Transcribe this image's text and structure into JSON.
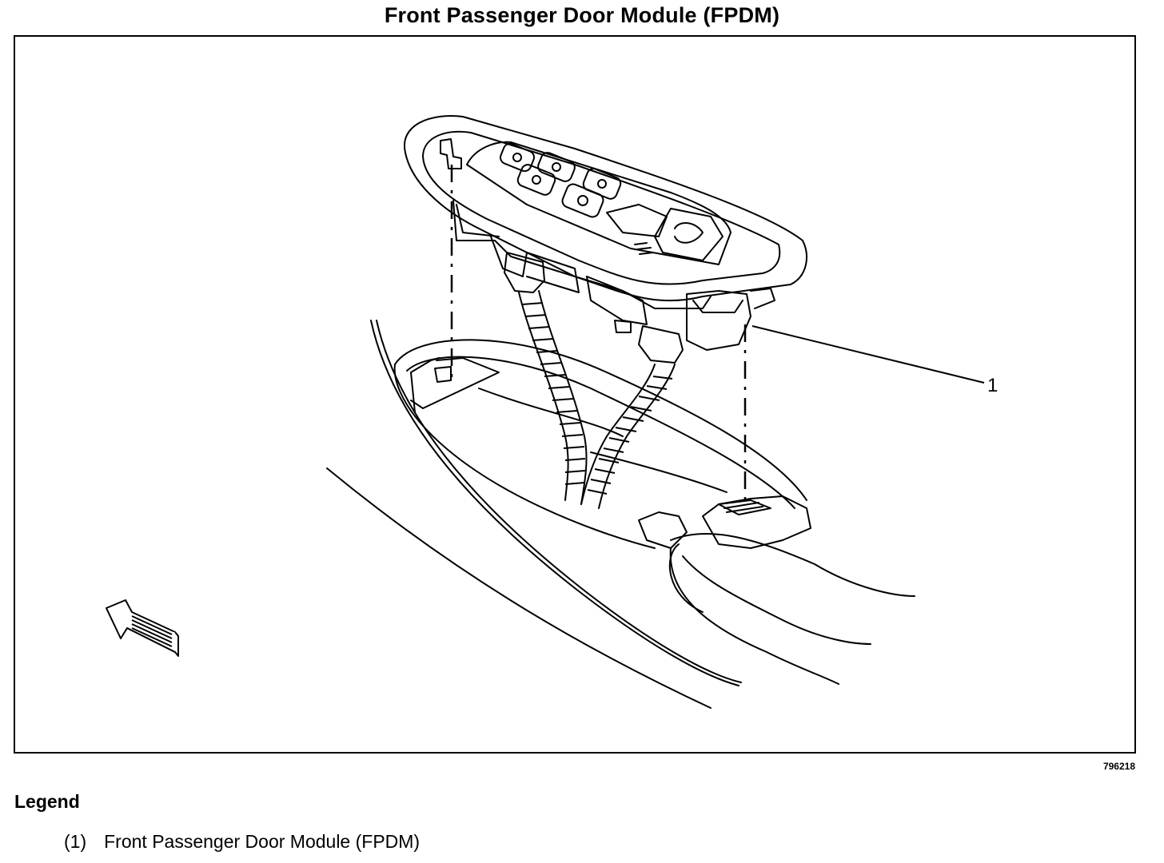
{
  "title": "Front Passenger Door Module (FPDM)",
  "figure_id": "796218",
  "callout": "1",
  "legend": {
    "heading": "Legend",
    "items": [
      {
        "number": "(1)",
        "text": "Front Passenger Door Module (FPDM)"
      }
    ]
  }
}
